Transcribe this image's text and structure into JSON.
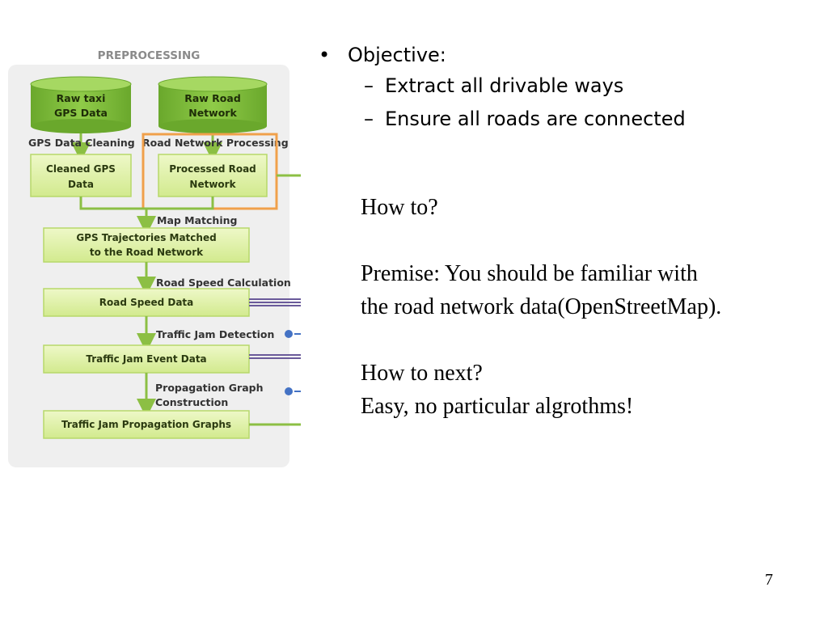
{
  "diagram": {
    "title": "PREPROCESSING",
    "raw_taxi": [
      "Raw taxi",
      "GPS Data"
    ],
    "raw_road": [
      "Raw Road",
      "Network"
    ],
    "step_gps_cleaning": "GPS Data Cleaning",
    "step_road_processing": "Road Network Processing",
    "cleaned_gps": [
      "Cleaned GPS",
      "Data"
    ],
    "processed_road": [
      "Processed  Road",
      "Network"
    ],
    "step_map_matching": "Map Matching",
    "matched_trajectories": [
      "GPS Trajectories Matched",
      "to the Road Network"
    ],
    "step_speed_calc": "Road Speed Calculation",
    "road_speed": "Road Speed Data",
    "step_jam_detection": "Traffic Jam Detection",
    "jam_event": "Traffic Jam Event Data",
    "step_propagation": [
      "Propagation Graph",
      "Construction"
    ],
    "propagation_graphs": "Traffic Jam Propagation Graphs"
  },
  "objective": {
    "heading": "Objective:",
    "bullet_mark": "•",
    "sub_mark": "–",
    "items": [
      "Extract all drivable ways",
      "Ensure all roads are connected"
    ]
  },
  "body": {
    "how_to": "How to?",
    "premise_line1": "Premise: You should be familiar with",
    "premise_line2": "the road network data(OpenStreetMap).",
    "how_to_next": "How to next?",
    "easy": "Easy, no particular algrothms!"
  },
  "page_number": "7",
  "colors": {
    "panel": "#efefef",
    "node_fill": "#dcefa8",
    "node_stroke": "#b7d86a",
    "cylinder": "#7fbd3a",
    "arrow": "#8cbf44",
    "highlight": "#f0a04b",
    "purple": "#6a5a9a",
    "blue": "#4472c4"
  }
}
